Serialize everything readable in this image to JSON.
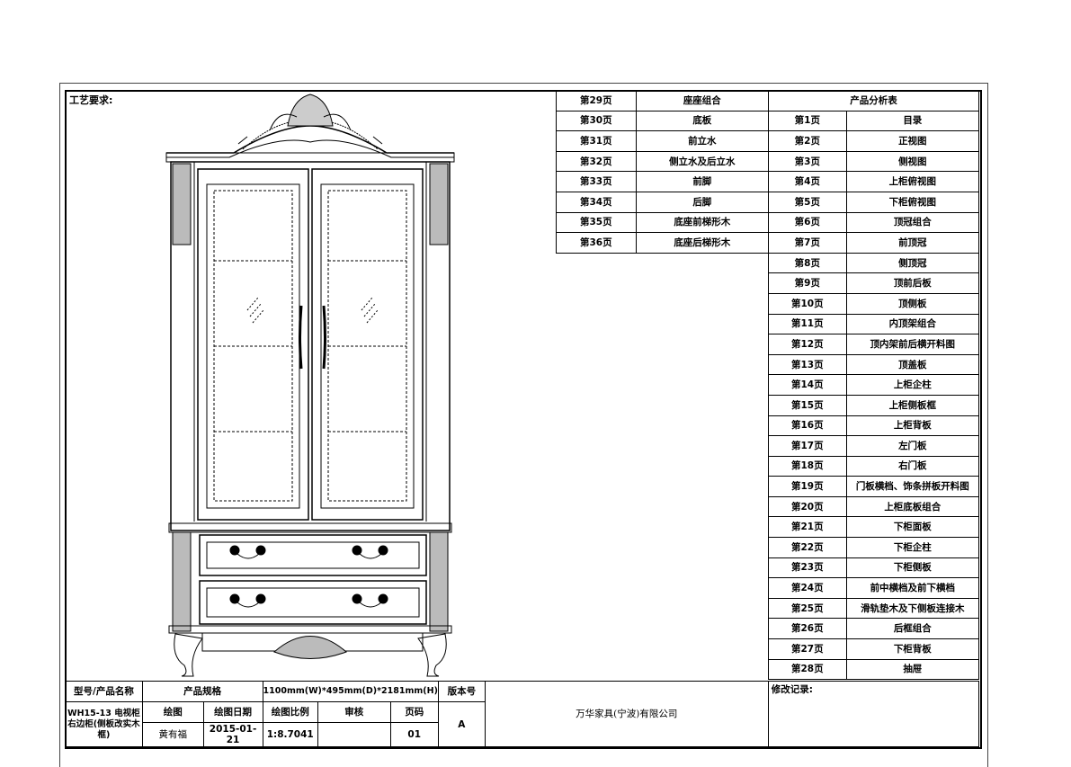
{
  "requirements_label": "工艺要求:",
  "left_pages": [
    {
      "page": "第29页",
      "name": "座座组合"
    },
    {
      "page": "第30页",
      "name": "底板"
    },
    {
      "page": "第31页",
      "name": "前立水"
    },
    {
      "page": "第32页",
      "name": "侧立水及后立水"
    },
    {
      "page": "第33页",
      "name": "前脚"
    },
    {
      "page": "第34页",
      "name": "后脚"
    },
    {
      "page": "第35页",
      "name": "底座前梯形木"
    },
    {
      "page": "第36页",
      "name": "底座后梯形木"
    }
  ],
  "analysis_title": "产品分析表",
  "right_pages": [
    {
      "page": "第1页",
      "name": "目录"
    },
    {
      "page": "第2页",
      "name": "正视图"
    },
    {
      "page": "第3页",
      "name": "侧视图"
    },
    {
      "page": "第4页",
      "name": "上柜俯视图"
    },
    {
      "page": "第5页",
      "name": "下柜俯视图"
    },
    {
      "page": "第6页",
      "name": "顶冠组合"
    },
    {
      "page": "第7页",
      "name": "前顶冠"
    },
    {
      "page": "第8页",
      "name": "侧顶冠"
    },
    {
      "page": "第9页",
      "name": "顶前后板"
    },
    {
      "page": "第10页",
      "name": "顶侧板"
    },
    {
      "page": "第11页",
      "name": "内顶架组合"
    },
    {
      "page": "第12页",
      "name": "顶内架前后横开料图"
    },
    {
      "page": "第13页",
      "name": "顶盖板"
    },
    {
      "page": "第14页",
      "name": "上柜企柱"
    },
    {
      "page": "第15页",
      "name": "上柜侧板框"
    },
    {
      "page": "第16页",
      "name": "上柜背板"
    },
    {
      "page": "第17页",
      "name": "左门板"
    },
    {
      "page": "第18页",
      "name": "右门板"
    },
    {
      "page": "第19页",
      "name": "门板横档、饰条拼板开料图"
    },
    {
      "page": "第20页",
      "name": "上柜底板组合"
    },
    {
      "page": "第21页",
      "name": "下柜面板"
    },
    {
      "page": "第22页",
      "name": "下柜企柱"
    },
    {
      "page": "第23页",
      "name": "下柜侧板"
    },
    {
      "page": "第24页",
      "name": "前中横档及前下横档"
    },
    {
      "page": "第25页",
      "name": "滑轨垫木及下侧板连接木"
    },
    {
      "page": "第26页",
      "name": "后框组合"
    },
    {
      "page": "第27页",
      "name": "下柜背板"
    },
    {
      "page": "第28页",
      "name": "抽屉"
    }
  ],
  "title_block": {
    "model_label": "型号/产品名称",
    "model_value": "WH15-13 电视柜右边柜(侧板改实木框)",
    "spec_label": "产品规格",
    "spec_value": "1100mm(W)*495mm(D)*2181mm(H)",
    "version_label": "版本号",
    "version_value": "A",
    "drawer_label": "绘图",
    "drawer_value": "黄有福",
    "date_label": "绘图日期",
    "date_value": "2015-01-21",
    "scale_label": "绘图比例",
    "scale_value": "1:8.7041",
    "review_label": "审核",
    "review_value": "",
    "page_label": "页码",
    "page_value": "01",
    "company": "万华家具(宁波)有限公司",
    "revision_label": "修改记录:"
  }
}
